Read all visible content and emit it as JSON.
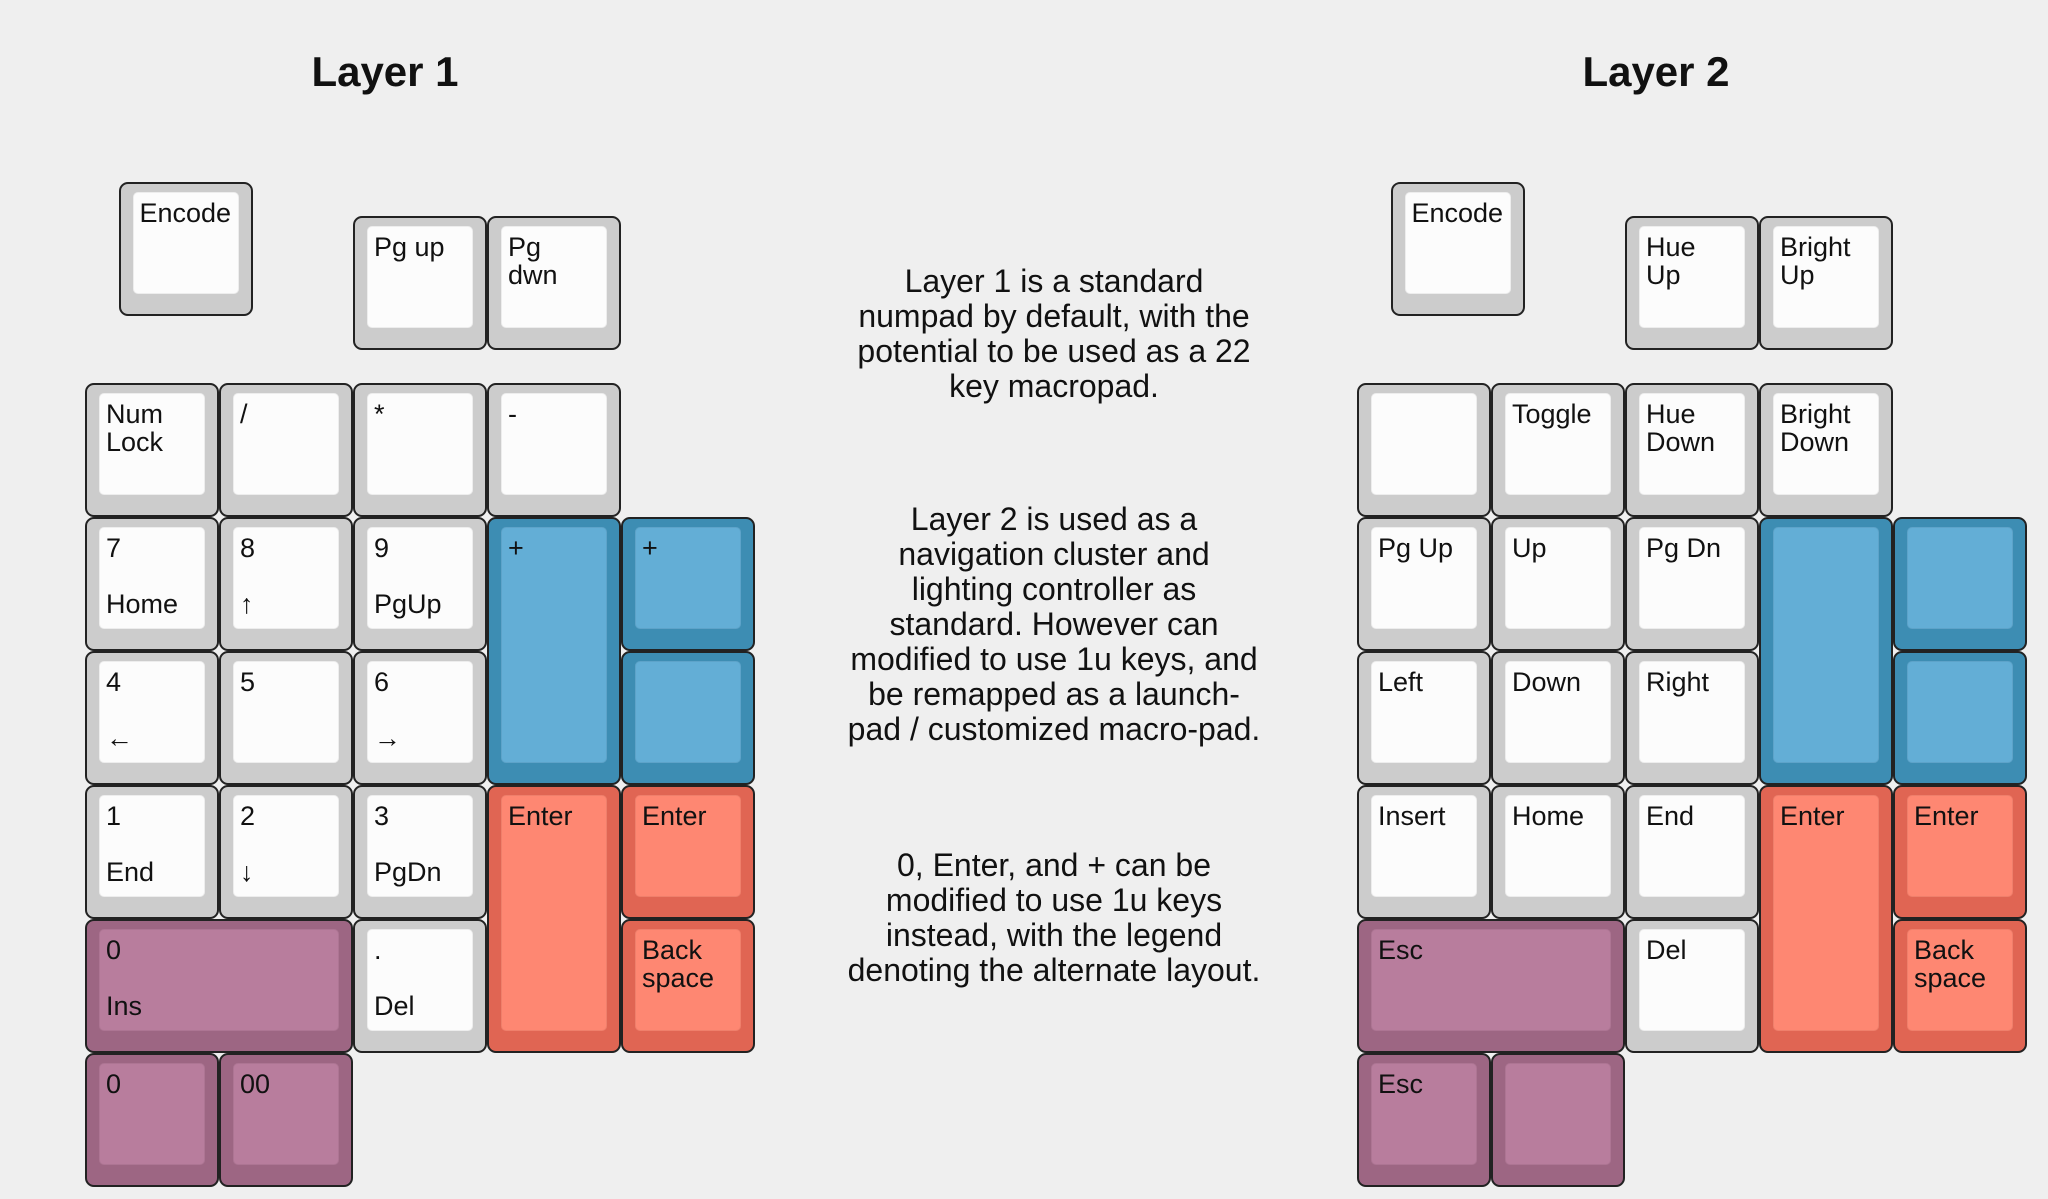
{
  "colors": {
    "gray": {
      "outer": "#cccccc",
      "inner": "#fcfcfc"
    },
    "blue": {
      "outer": "#3d8db3",
      "inner": "#63aed6"
    },
    "red": {
      "outer": "#e06553",
      "inner": "#fe8772"
    },
    "purple": {
      "outer": "#9d6683",
      "inner": "#b87d9d"
    }
  },
  "layer1": {
    "title": "Layer 1",
    "keys": [
      {
        "top": "Encode",
        "bottom": "",
        "color": "gray"
      },
      {
        "top": "Pg up",
        "bottom": "",
        "color": "gray"
      },
      {
        "top": "Pg\ndwn",
        "bottom": "",
        "color": "gray"
      },
      {
        "top": "Num\nLock",
        "bottom": "",
        "color": "gray"
      },
      {
        "top": "/",
        "bottom": "",
        "color": "gray"
      },
      {
        "top": "*",
        "bottom": "",
        "color": "gray"
      },
      {
        "top": "-",
        "bottom": "",
        "color": "gray"
      },
      {
        "top": "7",
        "bottom": "Home",
        "color": "gray"
      },
      {
        "top": "8",
        "bottom": "↑",
        "color": "gray"
      },
      {
        "top": "9",
        "bottom": "PgUp",
        "color": "gray"
      },
      {
        "top": "+",
        "bottom": "",
        "color": "blue"
      },
      {
        "top": "+",
        "bottom": "",
        "color": "blue"
      },
      {
        "top": "4",
        "bottom": "←",
        "color": "gray"
      },
      {
        "top": "5",
        "bottom": "",
        "color": "gray"
      },
      {
        "top": "6",
        "bottom": "→",
        "color": "gray"
      },
      {
        "top": "",
        "bottom": "",
        "color": "blue"
      },
      {
        "top": "1",
        "bottom": "End",
        "color": "gray"
      },
      {
        "top": "2",
        "bottom": "↓",
        "color": "gray"
      },
      {
        "top": "3",
        "bottom": "PgDn",
        "color": "gray"
      },
      {
        "top": "Enter",
        "bottom": "",
        "color": "red"
      },
      {
        "top": "Enter",
        "bottom": "",
        "color": "red"
      },
      {
        "top": "0",
        "bottom": "Ins",
        "color": "purple"
      },
      {
        "top": ".",
        "bottom": "Del",
        "color": "gray"
      },
      {
        "top": "Back\nspace",
        "bottom": "",
        "color": "red"
      },
      {
        "top": "0",
        "bottom": "",
        "color": "purple"
      },
      {
        "top": "00",
        "bottom": "",
        "color": "purple"
      }
    ]
  },
  "layer2": {
    "title": "Layer 2",
    "keys": [
      {
        "top": "Encode",
        "bottom": "",
        "color": "gray"
      },
      {
        "top": "Hue\nUp",
        "bottom": "",
        "color": "gray"
      },
      {
        "top": "Bright\nUp",
        "bottom": "",
        "color": "gray"
      },
      {
        "top": "",
        "bottom": "",
        "color": "gray"
      },
      {
        "top": "Toggle",
        "bottom": "",
        "color": "gray"
      },
      {
        "top": "Hue\nDown",
        "bottom": "",
        "color": "gray"
      },
      {
        "top": "Bright\nDown",
        "bottom": "",
        "color": "gray"
      },
      {
        "top": "Pg Up",
        "bottom": "",
        "color": "gray"
      },
      {
        "top": "Up",
        "bottom": "",
        "color": "gray"
      },
      {
        "top": "Pg Dn",
        "bottom": "",
        "color": "gray"
      },
      {
        "top": "",
        "bottom": "",
        "color": "blue"
      },
      {
        "top": "",
        "bottom": "",
        "color": "blue"
      },
      {
        "top": "Left",
        "bottom": "",
        "color": "gray"
      },
      {
        "top": "Down",
        "bottom": "",
        "color": "gray"
      },
      {
        "top": "Right",
        "bottom": "",
        "color": "gray"
      },
      {
        "top": "",
        "bottom": "",
        "color": "blue"
      },
      {
        "top": "Insert",
        "bottom": "",
        "color": "gray"
      },
      {
        "top": "Home",
        "bottom": "",
        "color": "gray"
      },
      {
        "top": "End",
        "bottom": "",
        "color": "gray"
      },
      {
        "top": "Enter",
        "bottom": "",
        "color": "red"
      },
      {
        "top": "Enter",
        "bottom": "",
        "color": "red"
      },
      {
        "top": "Esc",
        "bottom": "",
        "color": "purple"
      },
      {
        "top": "Del",
        "bottom": "",
        "color": "gray"
      },
      {
        "top": "Back\nspace",
        "bottom": "",
        "color": "red"
      },
      {
        "top": "Esc",
        "bottom": "",
        "color": "purple"
      },
      {
        "top": "",
        "bottom": "",
        "color": "purple"
      }
    ]
  },
  "descriptions": [
    "Layer 1 is a standard numpad by default, with the potential to be used as a 22 key macropad.",
    "Layer 2 is used as a navigation cluster and lighting controller as standard. However can modified to use 1u keys, and be remapped as a launch-pad / customized macro-pad.",
    "0, Enter, and + can be modified to use 1u keys instead, with the legend denoting the alternate layout."
  ]
}
